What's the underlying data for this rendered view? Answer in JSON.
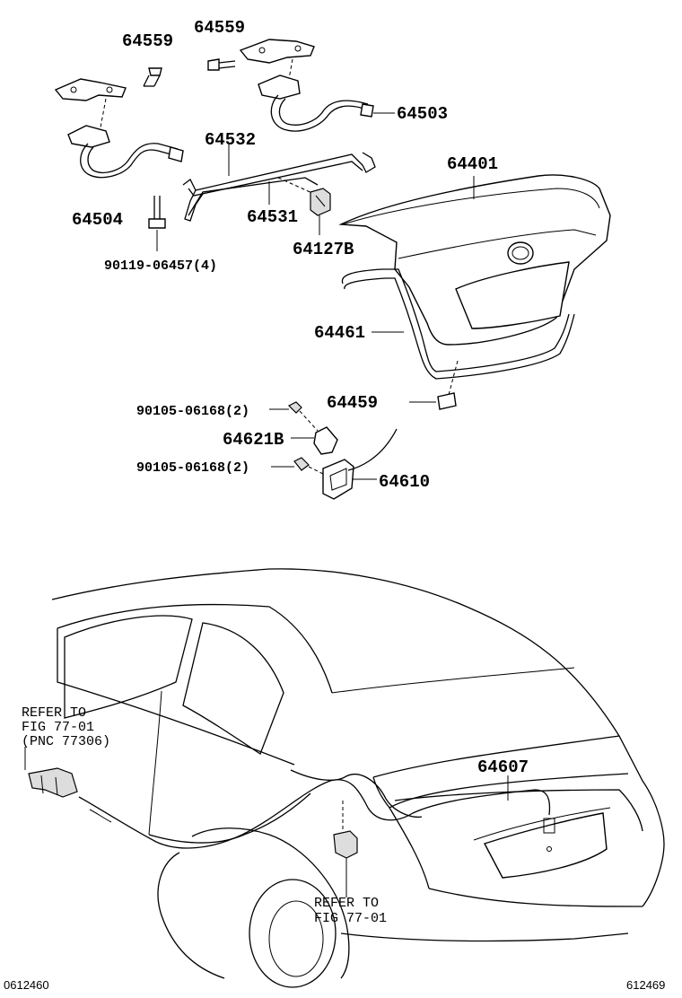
{
  "labels": {
    "p64559_left": "64559",
    "p64559_right": "64559",
    "p64503": "64503",
    "p64532": "64532",
    "p64504": "64504",
    "p64531": "64531",
    "p64401": "64401",
    "p64127B": "64127B",
    "p90119": "90119-06457(4)",
    "p64461": "64461",
    "p64459": "64459",
    "p90105_a": "90105-06168(2)",
    "p64621B": "64621B",
    "p90105_b": "90105-06168(2)",
    "p64610": "64610",
    "p64607": "64607"
  },
  "refs": {
    "left_line1": "REFER TO",
    "left_line2": "FIG 77-01",
    "left_line3": "(PNC 77306)",
    "bottom_line1": "REFER TO",
    "bottom_line2": "FIG 77-01"
  },
  "footer": {
    "left_code": "0612460",
    "right_code": "612469"
  }
}
